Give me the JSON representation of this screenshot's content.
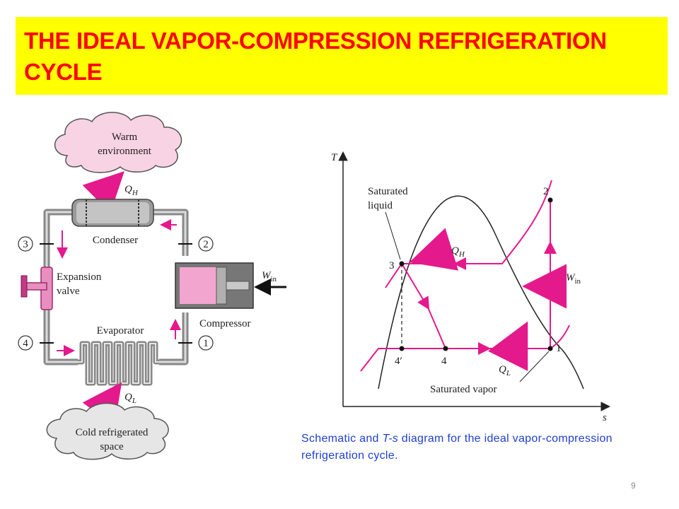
{
  "slide": {
    "title": "THE IDEAL VAPOR-COMPRESSION REFRIGERATION CYCLE",
    "caption_before": "Schematic and ",
    "caption_italic": "T-s",
    "caption_after": " diagram for the ideal vapor-compression refrigeration cycle.",
    "page_number": "9"
  },
  "schematic": {
    "warm_line1": "Warm",
    "warm_line2": "environment",
    "cold_line1": "Cold refrigerated",
    "cold_line2": "space",
    "condenser": "Condenser",
    "expansion_line1": "Expansion",
    "expansion_line2": "valve",
    "evaporator": "Evaporator",
    "compressor": "Compressor",
    "qh": "Q",
    "qh_sub": "H",
    "ql": "Q",
    "ql_sub": "L",
    "win": "W",
    "win_sub": "in",
    "states": [
      "1",
      "2",
      "3",
      "4"
    ]
  },
  "ts_diagram": {
    "y_axis": "T",
    "x_axis": "s",
    "sat_liquid_line1": "Saturated",
    "sat_liquid_line2": "liquid",
    "sat_vapor": "Saturated vapor",
    "qh": "Q",
    "qh_sub": "H",
    "ql": "Q",
    "ql_sub": "L",
    "win": "W",
    "win_sub": "in",
    "points": [
      "1",
      "2",
      "3",
      "4",
      "4′"
    ]
  },
  "colors": {
    "title_bg": "#ffff00",
    "title_text": "#ff0000",
    "process": "#e4198c",
    "caption": "#1f3fd0"
  }
}
